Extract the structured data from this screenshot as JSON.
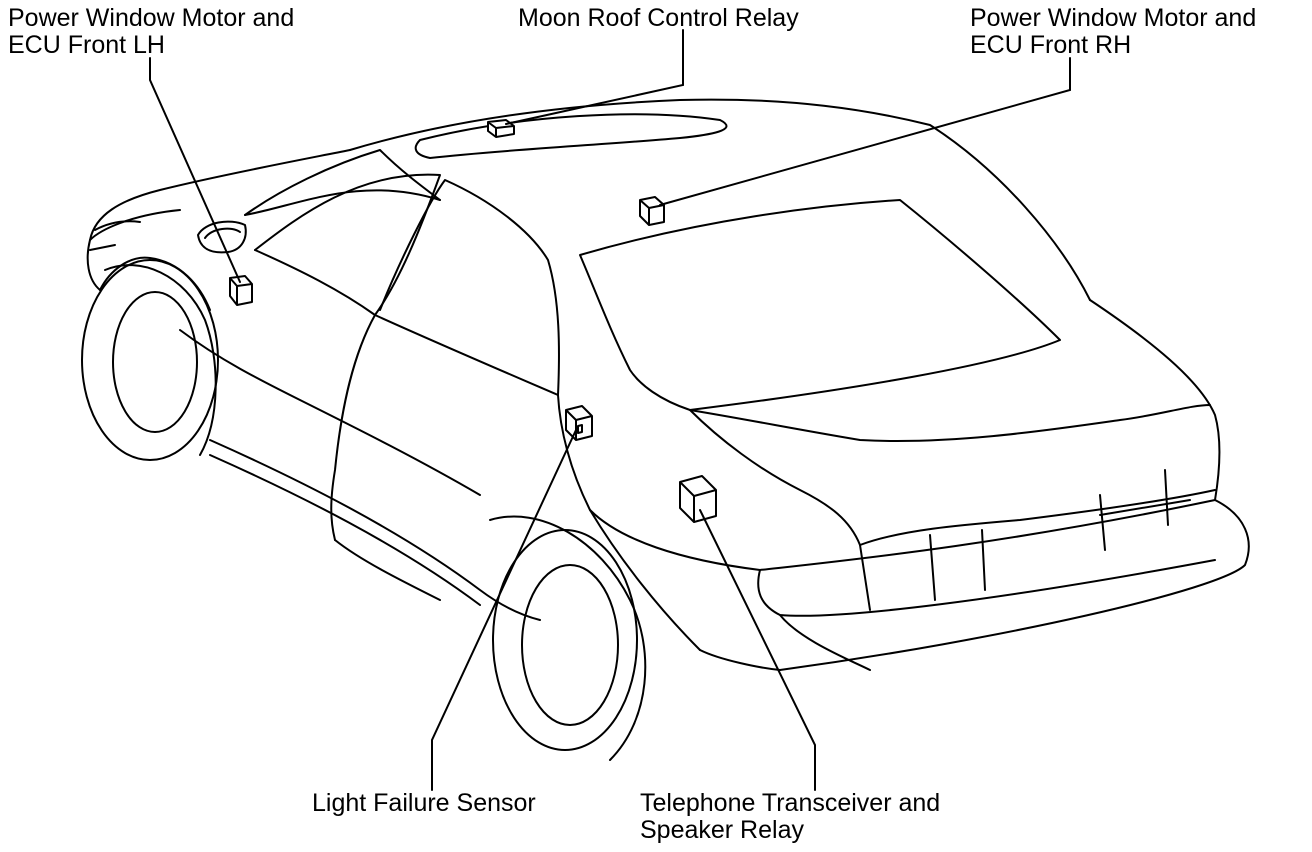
{
  "labels": {
    "power_window_lh": {
      "line1": "Power Window Motor and",
      "line2": "ECU Front LH"
    },
    "moon_roof": {
      "line1": "Moon Roof Control Relay"
    },
    "power_window_rh": {
      "line1": "Power Window Motor and",
      "line2": "ECU Front RH"
    },
    "light_failure": {
      "line1": "Light Failure Sensor"
    },
    "telephone": {
      "line1": "Telephone Transceiver and",
      "line2": "Speaker Relay"
    }
  },
  "colors": {
    "line": "#000000",
    "background": "#ffffff"
  }
}
